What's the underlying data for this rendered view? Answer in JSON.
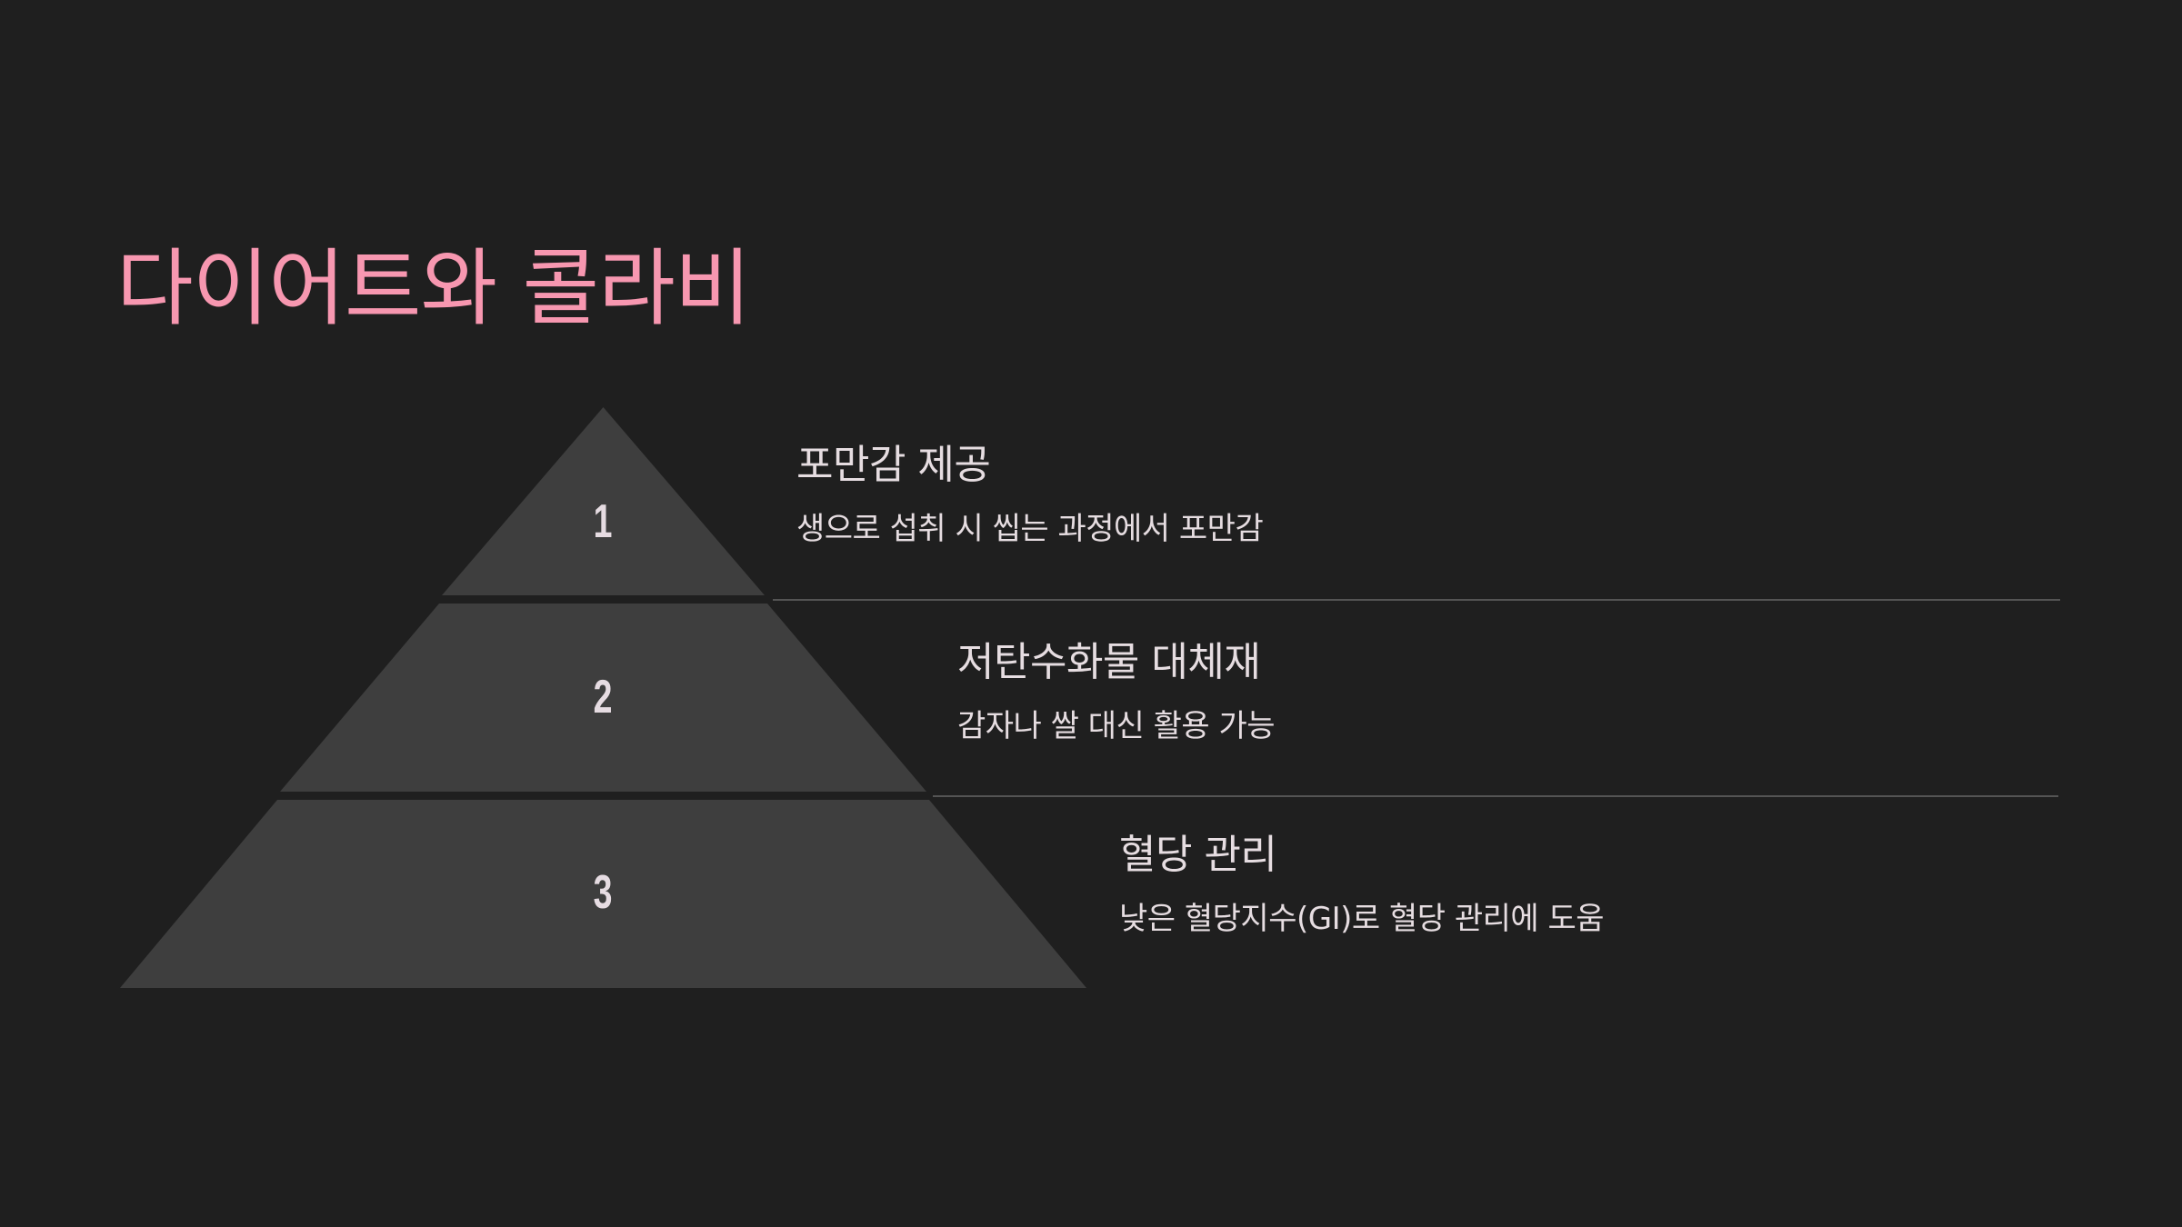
{
  "slide": {
    "title": "다이어트와 콜라비",
    "colors": {
      "background": "#1f1f1f",
      "title": "#f797b0",
      "pyramid_fill": "#3e3e3e",
      "text": "#e6dde1",
      "divider": "#545454"
    },
    "pyramid": {
      "levels": [
        {
          "number": "1",
          "heading": "포만감 제공",
          "description": "생으로 섭취 시 씹는 과정에서 포만감"
        },
        {
          "number": "2",
          "heading": "저탄수화물 대체재",
          "description": "감자나 쌀 대신 활용 가능"
        },
        {
          "number": "3",
          "heading": "혈당 관리",
          "description": "낮은 혈당지수(GI)로 혈당 관리에 도움"
        }
      ]
    }
  }
}
